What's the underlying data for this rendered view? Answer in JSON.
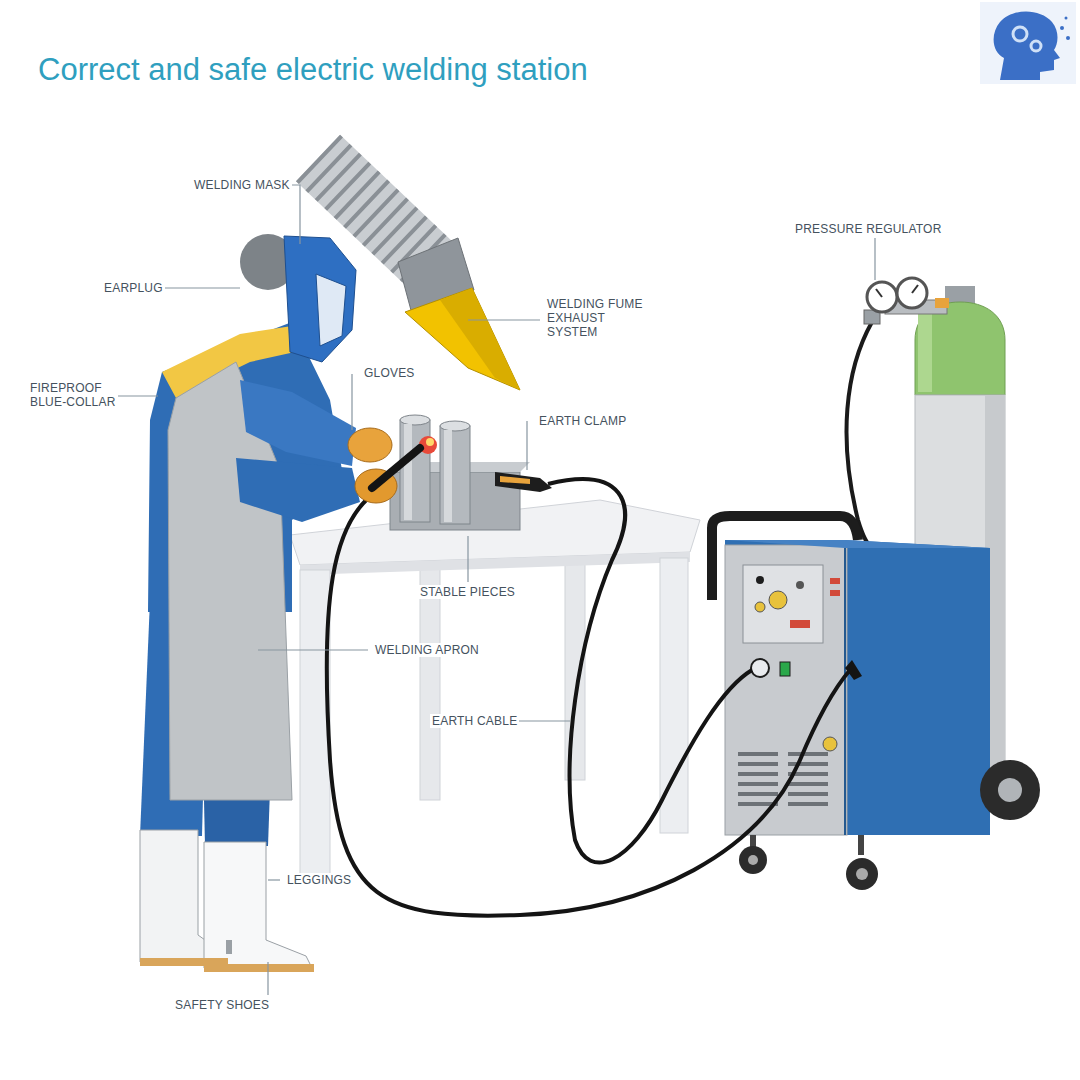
{
  "diagram": {
    "title": "Correct and safe electric welding station",
    "labels": [
      "WELDING MASK",
      "PRESSURE REGULATOR",
      "EARPLUG",
      "WELDING FUME EXHAUST SYSTEM",
      "FIREPROOF BLUE-COLLAR",
      "GLOVES",
      "EARTH CLAMP",
      "STABLE PIECES",
      "WELDING APRON",
      "EARTH CABLE",
      "LEGGINGS",
      "SAFETY SHOES"
    ]
  }
}
